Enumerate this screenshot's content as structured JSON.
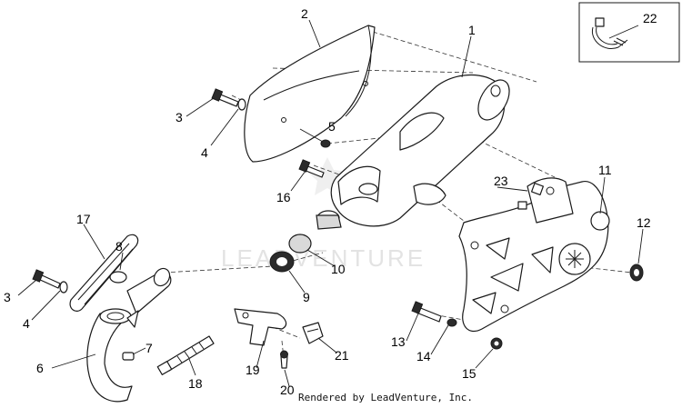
{
  "watermark": "LEADVENTURE",
  "credit": "Rendered by LeadVenture, Inc.",
  "callouts": {
    "c1": "1",
    "c2": "2",
    "c3a": "3",
    "c3b": "3",
    "c4a": "4",
    "c4b": "4",
    "c5": "5",
    "c6": "6",
    "c7": "7",
    "c8": "8",
    "c9": "9",
    "c10": "10",
    "c11": "11",
    "c12": "12",
    "c13": "13",
    "c14": "14",
    "c15": "15",
    "c16": "16",
    "c17": "17",
    "c18": "18",
    "c19": "19",
    "c20": "20",
    "c21": "21",
    "c22": "22",
    "c23": "23"
  }
}
